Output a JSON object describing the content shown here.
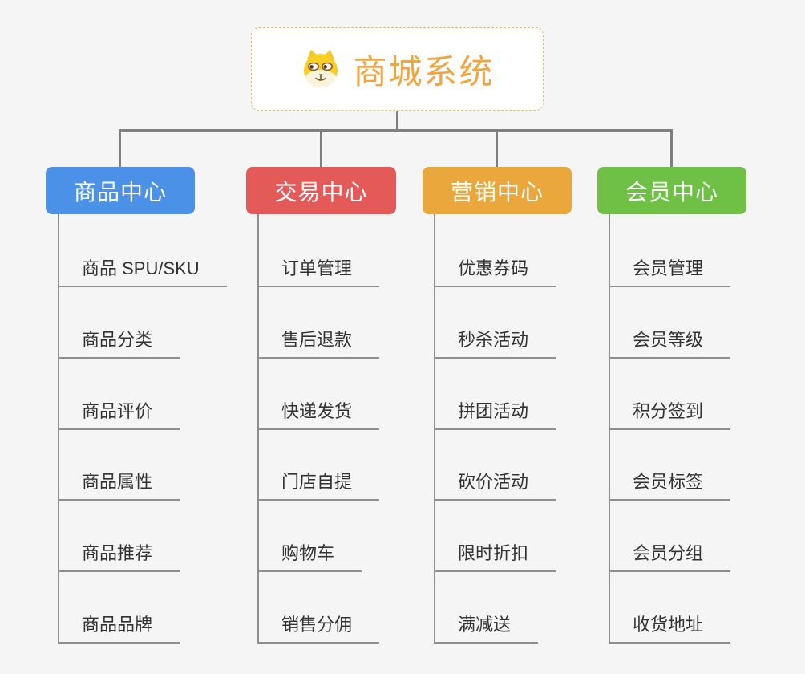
{
  "root": {
    "title": "商城系统",
    "title_color": "#f0a640",
    "border_color": "#f3ba63",
    "icon": "dog-face-icon"
  },
  "connector_color": "#7f7f7f",
  "branches": [
    {
      "label": "商品中心",
      "color": "#4b91e8",
      "children": [
        "商品 SPU/SKU",
        "商品分类",
        "商品评价",
        "商品属性",
        "商品推荐",
        "商品品牌"
      ]
    },
    {
      "label": "交易中心",
      "color": "#e45a58",
      "children": [
        "订单管理",
        "售后退款",
        "快递发货",
        "门店自提",
        "购物车",
        "销售分佣"
      ]
    },
    {
      "label": "营销中心",
      "color": "#eaa83c",
      "children": [
        "优惠券码",
        "秒杀活动",
        "拼团活动",
        "砍价活动",
        "限时折扣",
        "满减送"
      ]
    },
    {
      "label": "会员中心",
      "color": "#6ec145",
      "children": [
        "会员管理",
        "会员等级",
        "积分签到",
        "会员标签",
        "会员分组",
        "收货地址"
      ]
    }
  ]
}
